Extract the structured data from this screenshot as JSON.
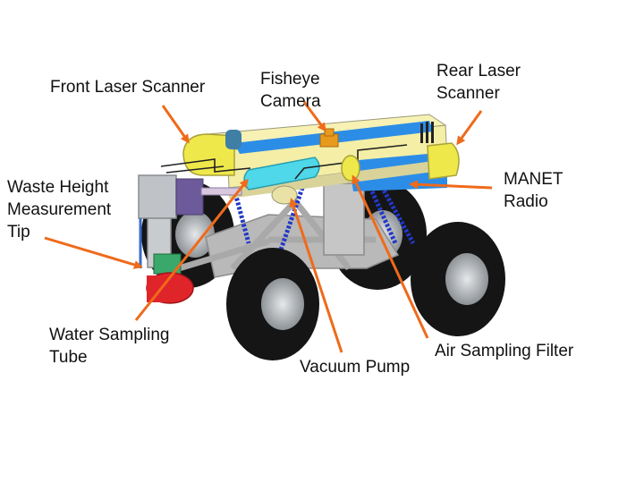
{
  "diagram": {
    "colors": {
      "arrow": "#ef6a1a",
      "top_plate": "#f7f1b4",
      "side_blue": "#2c8de6",
      "scanner_yellow": "#efe84a",
      "cyan_tube": "#4ed8ea",
      "tire": "#151515",
      "rim": "#bfc3c7",
      "chassis": "#b9b9b9",
      "spring": "#2238c8",
      "red_part": "#e0252a",
      "green_part": "#3aa86a",
      "purple_part": "#6d5a9a",
      "camera_orange": "#e89a1c"
    },
    "labels": {
      "front_laser_scanner": "Front Laser Scanner",
      "fisheye_camera": [
        "Fisheye",
        "Camera"
      ],
      "rear_laser_scanner": [
        "Rear Laser",
        "Scanner"
      ],
      "manet_radio": [
        "MANET",
        "Radio"
      ],
      "waste_height_tip": [
        "Waste Height",
        "Measurement",
        "Tip"
      ],
      "water_sampling_tube": [
        "Water Sampling",
        "Tube"
      ],
      "vacuum_pump": "Vacuum Pump",
      "air_sampling_filter": "Air Sampling Filter"
    }
  }
}
